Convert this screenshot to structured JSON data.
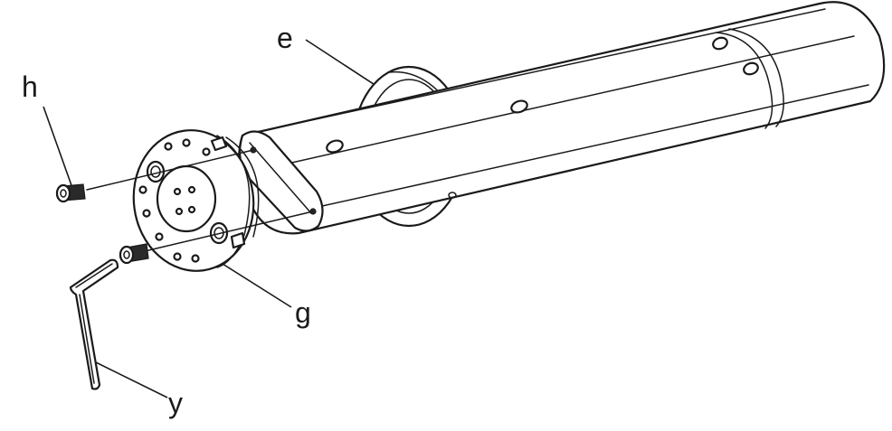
{
  "diagram": {
    "callouts": {
      "e": "e",
      "h": "h",
      "g": "g",
      "y": "y"
    },
    "colors": {
      "line": "#1a1a1a",
      "background": "#ffffff"
    }
  }
}
